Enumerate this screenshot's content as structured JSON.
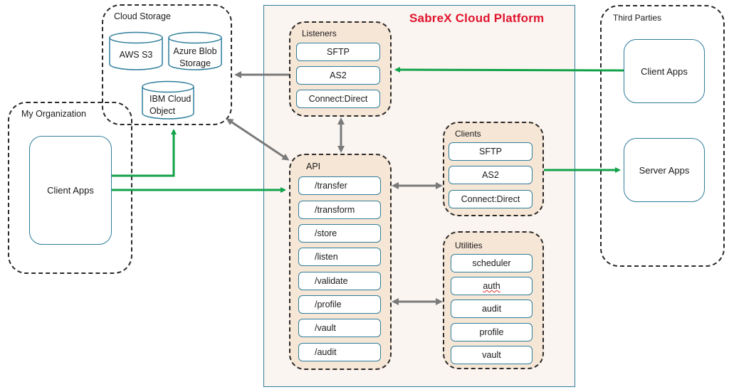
{
  "platform": {
    "title": "SabreX Cloud Platform"
  },
  "cloud_storage": {
    "label": "Cloud Storage",
    "stores": [
      {
        "name": "AWS S3"
      },
      {
        "name_line1": "Azure Blob",
        "name_line2": "Storage"
      },
      {
        "name_line1": "IBM Cloud",
        "name_line2": "Object"
      }
    ]
  },
  "my_organization": {
    "label": "My Organization",
    "client_apps": "Client Apps"
  },
  "third_parties": {
    "label": "Third Parties",
    "client_apps": "Client Apps",
    "server_apps": "Server Apps"
  },
  "listeners": {
    "label": "Listeners",
    "items": [
      "SFTP",
      "AS2",
      "Connect:Direct"
    ]
  },
  "clients": {
    "label": "Clients",
    "items": [
      "SFTP",
      "AS2",
      "Connect:Direct"
    ]
  },
  "api": {
    "label": "API",
    "items": [
      "/transfer",
      "/transform",
      "/store",
      "/listen",
      "/validate",
      "/profile",
      "/vault",
      "/audit"
    ]
  },
  "utilities": {
    "label": "Utilities",
    "items": [
      "scheduler",
      "auth",
      "audit",
      "profile",
      "vault"
    ]
  },
  "colors": {
    "accent_red": "#e0142d",
    "flow_green": "#12a24a",
    "internal_gray": "#7a7a7a",
    "box_border": "#2e7d9a"
  }
}
